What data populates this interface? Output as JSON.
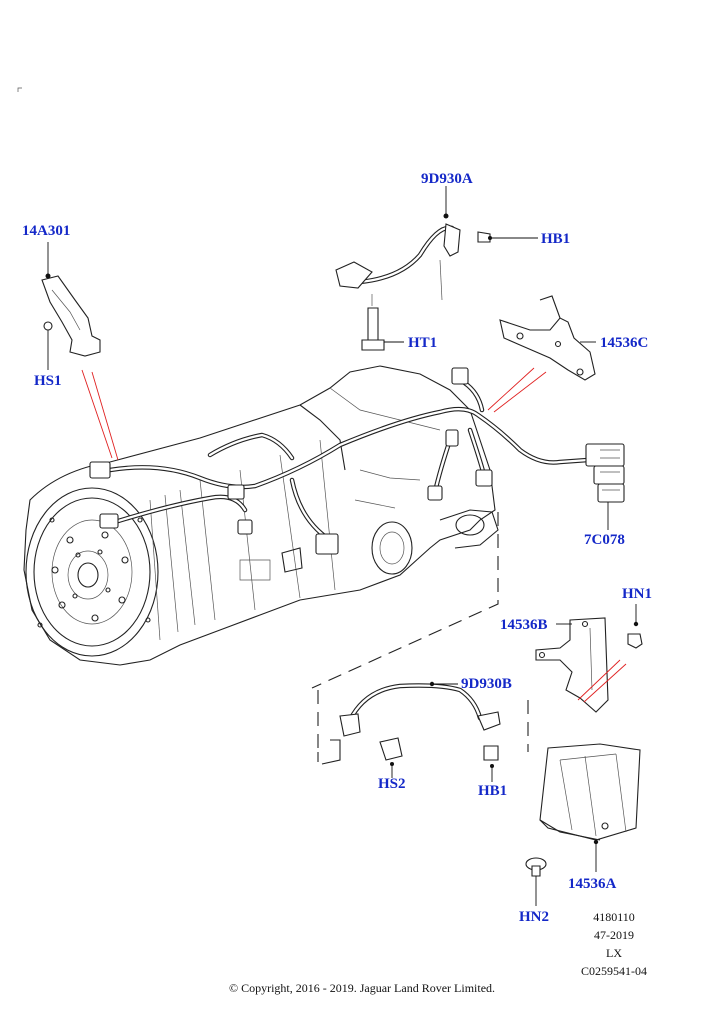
{
  "callouts": {
    "c14A301": "14A301",
    "cHS1": "HS1",
    "c9D930A": "9D930A",
    "cHB1_top": "HB1",
    "cHT1": "HT1",
    "c14536C": "14536C",
    "c7C078": "7C078",
    "cHN1": "HN1",
    "c14536B": "14536B",
    "c9D930B": "9D930B",
    "cHS2": "HS2",
    "cHB1_bottom": "HB1",
    "c14536A": "14536A",
    "cHN2": "HN2"
  },
  "meta": {
    "line1": "4180110",
    "line2": "47-2019",
    "line3": "LX",
    "line4": "C0259541-04"
  },
  "footer": {
    "copyright": "© Copyright, 2016 - 2019. Jaguar Land Rover Limited."
  },
  "colors": {
    "callout": "#1428c8",
    "leader_red": "#e02020",
    "line": "#222222"
  }
}
